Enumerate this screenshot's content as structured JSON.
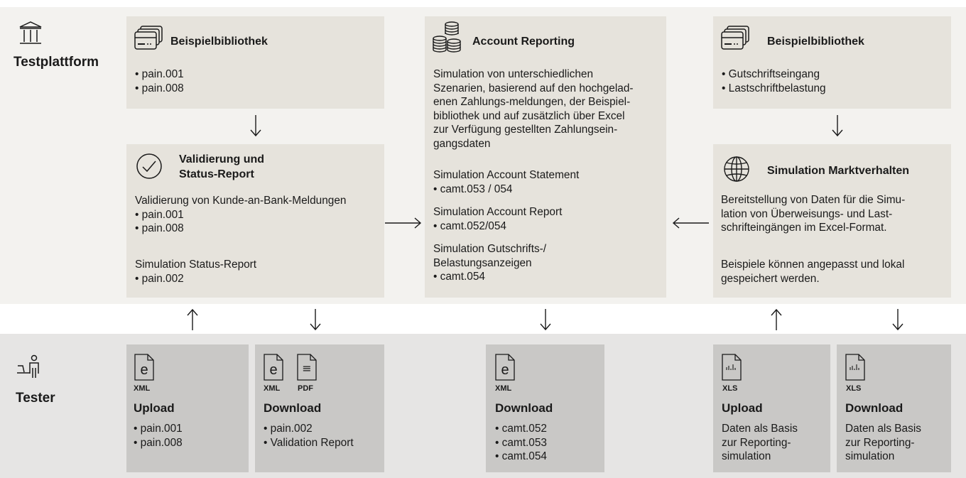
{
  "lanes": {
    "top": "Testplattform",
    "bottom": "Tester"
  },
  "boxes": {
    "lib_left": {
      "title": "Beispielbibliothek",
      "items": [
        "pain.001",
        "pain.008"
      ]
    },
    "validation": {
      "title_line1": "Validierung und",
      "title_line2": "Status-Report",
      "desc": "Validierung von Kunde-an-Bank-Meldungen",
      "items": [
        "pain.001",
        "pain.008"
      ],
      "sim_label": "Simulation Status-Report",
      "sim_items": [
        "pain.002"
      ]
    },
    "account_reporting": {
      "title": "Account Reporting",
      "desc_lines": [
        "Simulation von unterschiedlichen",
        "Szenarien, basierend auf den hochgelad-",
        "enen Zahlungs-meldungen, der Beispiel-",
        "bibliothek und auf zusätzlich über Excel",
        "zur Verfügung gestellten Zahlungsein-",
        "gangsdaten"
      ],
      "statement_label": "Simulation Account Statement",
      "statement_item": "camt.053 / 054",
      "report_label": "Simulation Account Report",
      "report_item": "camt.052/054",
      "notice_label_line1": "Simulation Gutschrifts-/",
      "notice_label_line2": "Belastungsanzeigen",
      "notice_item": "camt.054"
    },
    "lib_right": {
      "title": "Beispielbibliothek",
      "items": [
        "Gutschriftseingang",
        "Lastschriftbelastung"
      ]
    },
    "market": {
      "title": "Simulation Marktverhalten",
      "desc_lines": [
        "Bereitstellung von Daten für die Simu-",
        "lation von Überweisungs- und Last-",
        "schrifteingängen im Excel-Format."
      ],
      "note_lines": [
        "Beispiele können angepasst und lokal",
        "gespeichert werden."
      ]
    }
  },
  "tester": {
    "upload_xml": {
      "file_types": [
        "XML"
      ],
      "title": "Upload",
      "items": [
        "pain.001",
        "pain.008"
      ]
    },
    "download_xml_pdf": {
      "file_types": [
        "XML",
        "PDF"
      ],
      "title": "Download",
      "items": [
        "pain.002",
        "Validation Report"
      ]
    },
    "download_camt": {
      "file_types": [
        "XML"
      ],
      "title": "Download",
      "items": [
        "camt.052",
        "camt.053",
        "camt.054"
      ]
    },
    "upload_xls": {
      "file_types": [
        "XLS"
      ],
      "title": "Upload",
      "desc_lines": [
        "Daten als Basis",
        "zur Reporting-",
        "simulation"
      ]
    },
    "download_xls": {
      "file_types": [
        "XLS"
      ],
      "title": "Download",
      "desc_lines": [
        "Daten als Basis",
        "zur Reporting-",
        "simulation"
      ]
    }
  },
  "file_icon_letters": {
    "xml": "e",
    "pdf": "≡"
  },
  "icons": [
    "institution-icon",
    "cards-icon",
    "checkmark-circle-icon",
    "coins-icon",
    "globe-icon",
    "tester-person-icon",
    "xml-file-icon",
    "pdf-file-icon",
    "xls-file-icon"
  ],
  "colors": {
    "band_top": "#f3f2ef",
    "band_bottom": "#e6e5e4",
    "box": "#e6e3dc",
    "tester_box": "#c9c8c6",
    "text": "#1a1a1a"
  }
}
